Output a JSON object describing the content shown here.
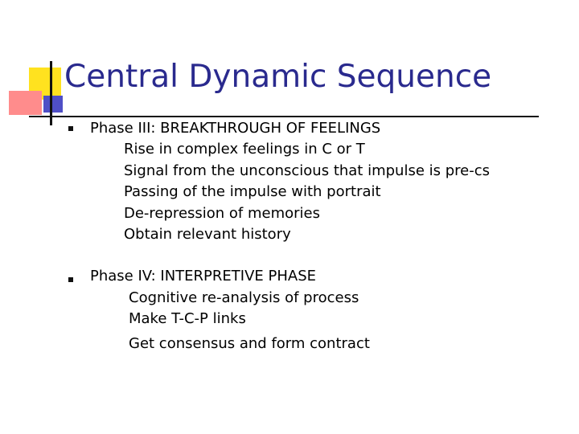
{
  "slide": {
    "title": "Central Dynamic Sequence",
    "colors": {
      "title": "#2a2a8e",
      "accent_yellow": "#ffe21f",
      "accent_red": "#ff8c8c",
      "accent_blue": "#4f4fc6",
      "bullet": "#111111"
    },
    "bullets": [
      {
        "heading": "Phase III:  BREAKTHROUGH OF FEELINGS",
        "lines": [
          "Rise in complex feelings in C or T",
          "Signal from the unconscious that impulse is pre-cs",
          "Passing of the impulse with portrait",
          "De-repression of memories",
          "Obtain relevant history"
        ]
      },
      {
        "heading": "Phase IV:  INTERPRETIVE PHASE",
        "lines": [
          "Cognitive re-analysis of process",
          "Make T-C-P links",
          "Get consensus and form contract"
        ]
      }
    ]
  }
}
